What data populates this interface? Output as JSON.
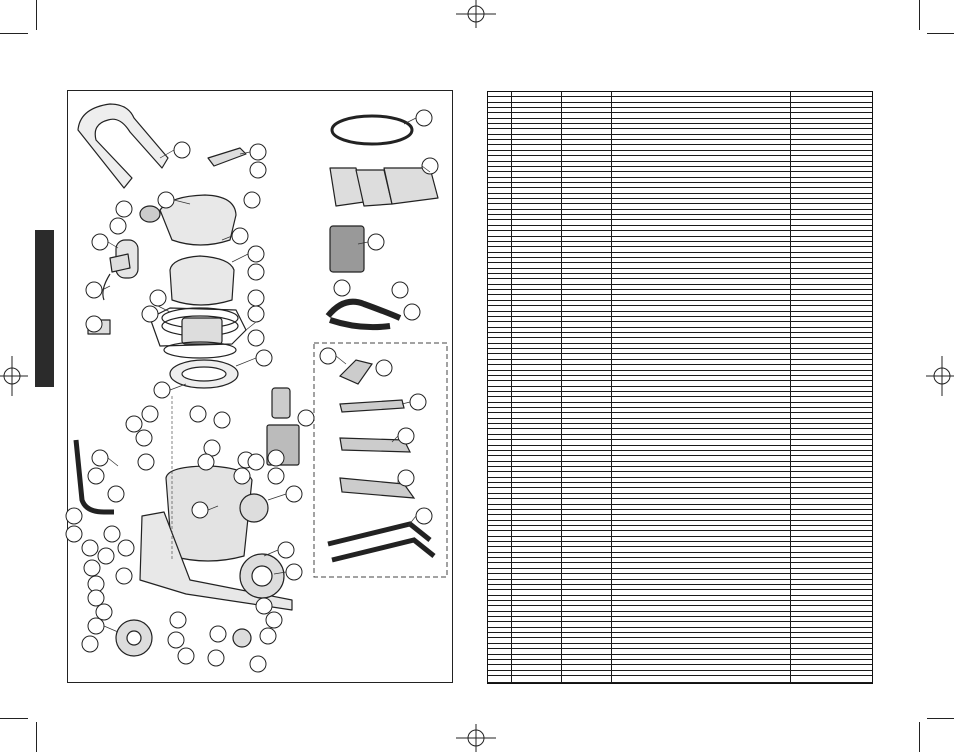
{
  "page": {
    "left_panel": "exploded-parts-diagram",
    "right_panel": "parts-list-table"
  },
  "parts_table": {
    "column_count": 5,
    "row_count": 110
  },
  "diagram": {
    "components": [
      "handle",
      "handle-grip",
      "motor-head",
      "hose-adapter",
      "power-switch",
      "motor-housing",
      "gaskets",
      "filter-cage",
      "drum-lid-ring",
      "float-cage",
      "cartridge-filter",
      "tank",
      "exhaust-port",
      "wheels",
      "caster",
      "frame-cart",
      "hose-holder",
      "tool-holder",
      "power-cord",
      "filter-bags",
      "foam-sleeve",
      "flexible-hose",
      "dusting-brush",
      "crevice-tool",
      "floor-nozzle",
      "squeegee-nozzle",
      "extension-wands"
    ]
  }
}
